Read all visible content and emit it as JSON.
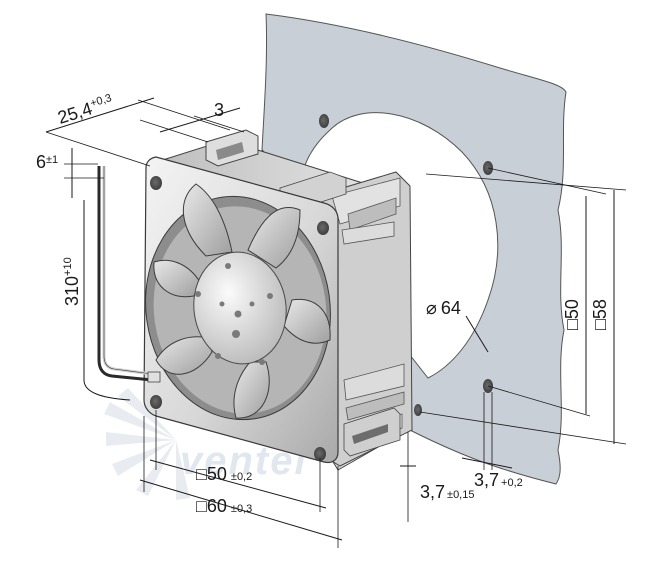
{
  "dimensions": {
    "depth": {
      "value": "25,4",
      "tol": "+0,3"
    },
    "tab": {
      "value": "3"
    },
    "wire_offset": {
      "value": "6",
      "tol": "±1"
    },
    "lead_length": {
      "value": "310",
      "tol": "+10"
    },
    "hole_spacing_front": {
      "sym": "□",
      "value": "50",
      "tol": "±0,2"
    },
    "frame_size_front": {
      "sym": "□",
      "value": "60",
      "tol": "±0,3"
    },
    "hole_dia": {
      "value": "3,7",
      "tol": "±0,15"
    },
    "cutout_dia": {
      "sym": "⌀",
      "value": "64"
    },
    "hole_spacing_panel": {
      "sym": "□",
      "value": "50"
    },
    "panel_size": {
      "sym": "□",
      "value": "58"
    },
    "panel_hole": {
      "value": "3,7",
      "tol": "+0,2"
    }
  },
  "watermark": "ventel"
}
